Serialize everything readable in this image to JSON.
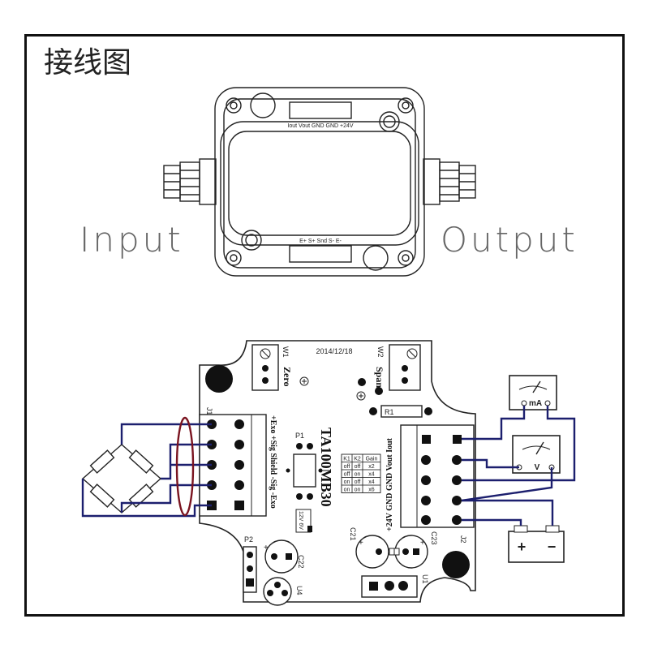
{
  "page": {
    "title": "接线图"
  },
  "enclosure": {
    "input_label": "Input",
    "output_label": "Output",
    "top_terminals": "Iout Vout GND GND +24V",
    "bottom_terminals": "E+  S+  Snd  S-  E-"
  },
  "pcb": {
    "date": "2014/12/18",
    "model": "TA100MB30",
    "w1": "W1",
    "w2": "W2",
    "zero": "Zero",
    "span": "Span",
    "j1": "J1",
    "j2": "J2",
    "p1": "P1",
    "p2": "P2",
    "r1": "R1",
    "u1": "U1",
    "u4": "U4",
    "c21": "C21",
    "c22": "C22",
    "c23": "C23",
    "j1_pins": "+Exo +Sig Shield -Sig -Exo",
    "j2_pins": "+24V GND GND Vout Iout",
    "jumper_labels": "12V  6V",
    "gain_table": {
      "headers": [
        "K1",
        "K2",
        "Gain"
      ],
      "rows": [
        [
          "off",
          "off",
          "x2"
        ],
        [
          "off",
          "on",
          "x4"
        ],
        [
          "on",
          "off",
          "x4"
        ],
        [
          "on",
          "on",
          "x6"
        ]
      ]
    }
  },
  "meters": {
    "ammeter": "mA",
    "voltmeter": "V"
  },
  "battery": {
    "plus": "+",
    "minus": "−"
  }
}
